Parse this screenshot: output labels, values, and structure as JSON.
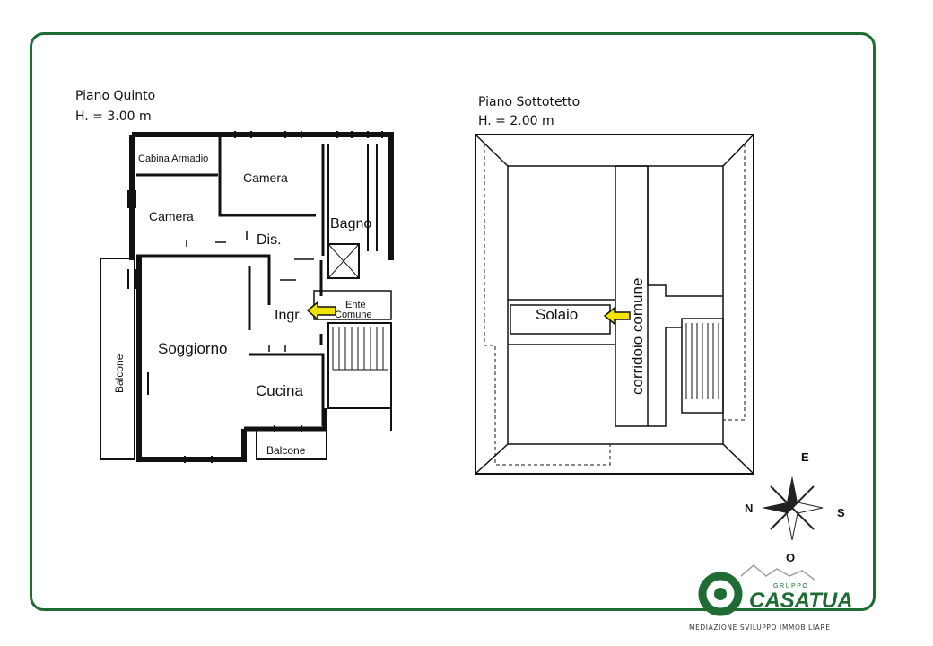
{
  "floor5": {
    "title": "Piano Quinto",
    "height": "H. = 3.00 m",
    "rooms": {
      "cabina": "Cabina Armadio",
      "camera1": "Camera",
      "camera2": "Camera",
      "bagno": "Bagno",
      "dis": "Dis.",
      "ente": "Ente",
      "comune": "Comune",
      "ingr": "Ingr.",
      "soggiorno": "Soggiorno",
      "cucina": "Cucina",
      "balcone_side": "Balcone",
      "balcone_bottom": "Balcone"
    }
  },
  "attic": {
    "title": "Piano Sottotetto",
    "height": "H. = 2.00 m",
    "rooms": {
      "solaio": "Solaio",
      "corridoio": "corridoio comune"
    }
  },
  "compass": {
    "n": "N",
    "e": "E",
    "s": "S",
    "o": "O"
  },
  "logo": {
    "name": "CASATUA",
    "group": "GRUPPO",
    "tagline": "MEDIAZIONE SVILUPPO IMMOBILIARE"
  },
  "colors": {
    "frame": "#1e6b34",
    "arrow": "#f2e400",
    "logo": "#1e6b34"
  }
}
